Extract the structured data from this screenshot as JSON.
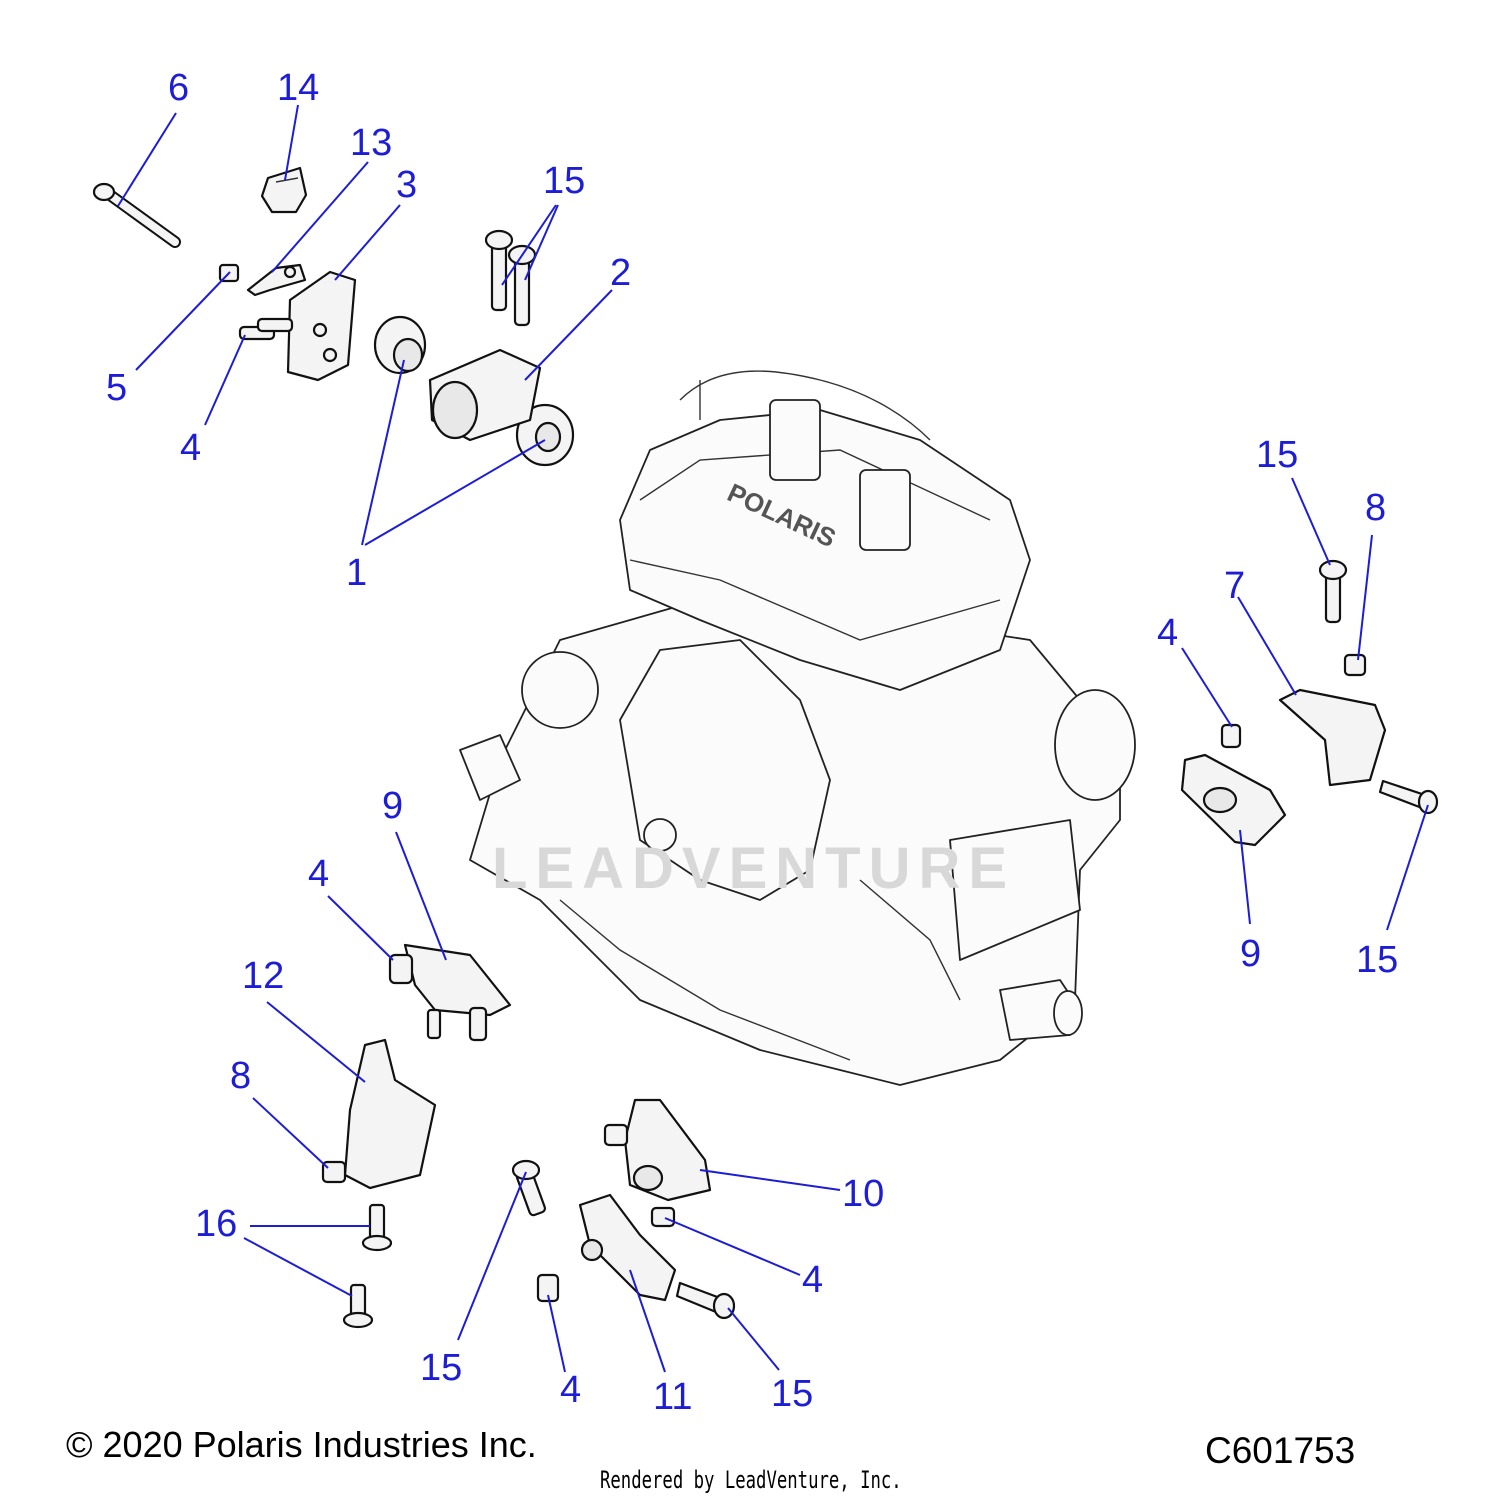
{
  "callouts": [
    "1",
    "2",
    "3",
    "4",
    "5",
    "6",
    "7",
    "8",
    "9",
    "10",
    "11",
    "12",
    "13",
    "14",
    "15",
    "16"
  ],
  "watermark": "LEADVENTURE",
  "engine_brand": "POLARIS",
  "footer": {
    "copyright": "© 2020 Polaris Industries Inc.",
    "code": "C601753",
    "rendered_by": "Rendered by LeadVenture, Inc."
  }
}
